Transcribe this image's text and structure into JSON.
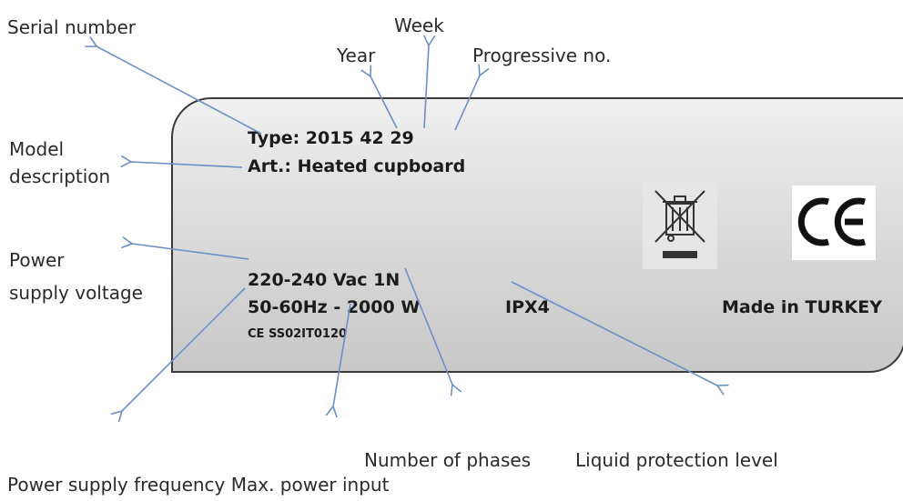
{
  "labels": {
    "serial_number": "Serial number",
    "week": "Week",
    "year": "Year",
    "progressive": "Progressive no.",
    "model_line1": "Model",
    "model_line2": "description",
    "power_line1": "Power",
    "power_line2": "supply voltage",
    "number_of_phases": "Number of phases",
    "liquid_protection": "Liquid protection level",
    "bottom_left": "Power supply frequency Max. power input"
  },
  "plate": {
    "type_line": "Type: 2015 42 29",
    "art_line": "Art.: Heated cupboard",
    "voltage": "220-240 Vac 1N",
    "frequency_power": "50-60Hz - 2000 W",
    "cert": "CE SS02IT0120",
    "ip": "IPX4",
    "made_in": "Made in TURKEY",
    "ce_mark": "CE"
  },
  "icons": [
    "weee-bin-icon",
    "ce-mark-icon"
  ],
  "colors": {
    "arrow": "#6a8fc7",
    "plate_border": "#3a3a3a"
  }
}
